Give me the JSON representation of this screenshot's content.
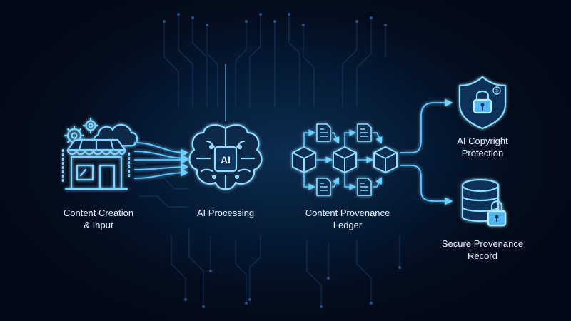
{
  "nodes": {
    "content_creation": {
      "line1": "Content Creation",
      "line2": "& Input"
    },
    "ai_processing": {
      "line1": "AI Processing"
    },
    "ledger": {
      "line1": "Content Provenance",
      "line2": "Ledger"
    },
    "copyright": {
      "line1": "AI Copyright",
      "line2": "Protection"
    },
    "record": {
      "line1": "Secure Provenance",
      "line2": "Record"
    }
  },
  "icons": {
    "brain_text": "AI",
    "registered_mark": "®"
  },
  "colors": {
    "background": "#040d1d",
    "accent": "#3fb4ff",
    "glow": "#8fd8ff",
    "text": "#e6f1ff"
  }
}
